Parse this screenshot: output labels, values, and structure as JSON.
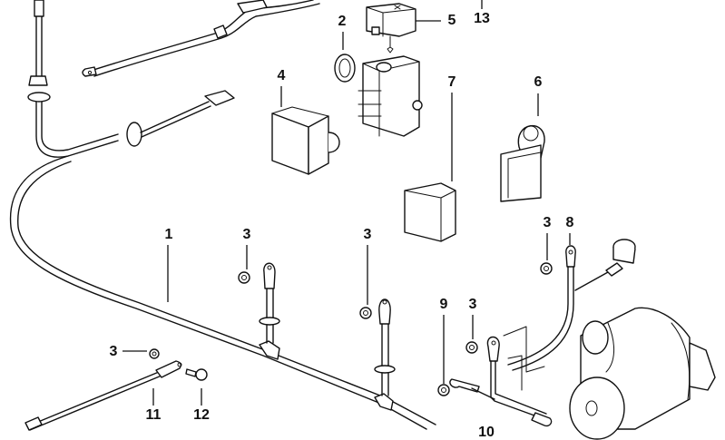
{
  "diagram": {
    "type": "exploded parts diagram",
    "subject": "battery / starter cable harness with relays and starter motor",
    "callouts": [
      {
        "id": "c1",
        "number": "1",
        "part": "main cable harness"
      },
      {
        "id": "c2",
        "number": "2",
        "part": "relay socket / fuse holder"
      },
      {
        "id": "c3a",
        "number": "3",
        "part": "nut"
      },
      {
        "id": "c3b",
        "number": "3",
        "part": "nut"
      },
      {
        "id": "c3c",
        "number": "3",
        "part": "nut"
      },
      {
        "id": "c3d",
        "number": "3",
        "part": "nut"
      },
      {
        "id": "c3e",
        "number": "3",
        "part": "nut"
      },
      {
        "id": "c4",
        "number": "4",
        "part": "cover"
      },
      {
        "id": "c5",
        "number": "5",
        "part": "relay"
      },
      {
        "id": "c6",
        "number": "6",
        "part": "bracket with eyelet"
      },
      {
        "id": "c7",
        "number": "7",
        "part": "relay"
      },
      {
        "id": "c8",
        "number": "8",
        "part": "starter cable"
      },
      {
        "id": "c9",
        "number": "9",
        "part": "nut"
      },
      {
        "id": "c10",
        "number": "10",
        "part": "cable"
      },
      {
        "id": "c11",
        "number": "11",
        "part": "ground strap"
      },
      {
        "id": "c12",
        "number": "12",
        "part": "bolt"
      },
      {
        "id": "c13",
        "number": "13",
        "part": "cable"
      }
    ]
  }
}
